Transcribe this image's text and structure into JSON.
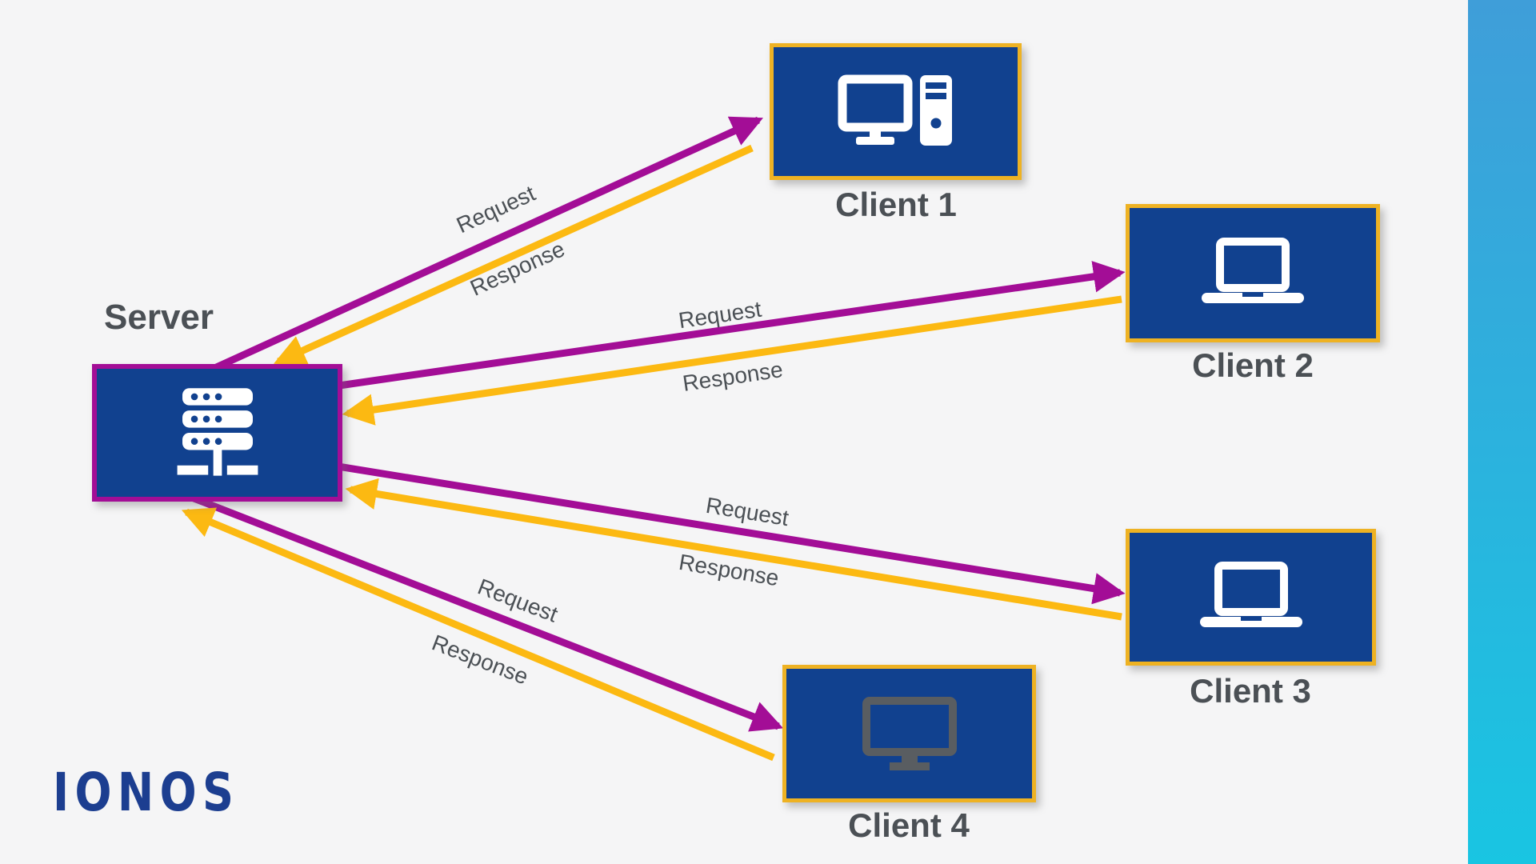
{
  "title": "Client-server model diagram",
  "colors": {
    "background": "#f5f5f6",
    "box_fill": "#11418f",
    "server_border": "#a30d96",
    "client_border": "#eeb223",
    "request_arrow": "#a30d96",
    "response_arrow": "#fcb912",
    "label_text": "#4b5055",
    "logo_blue": "#1c3e90",
    "client4_icon_gray": "#595d61",
    "accent_bar_top": "#3f9ed9",
    "accent_bar_bottom": "#19c5e2"
  },
  "logo": {
    "text": "IONOS"
  },
  "nodes": {
    "server": {
      "label": "Server",
      "icon": "server-rack-icon"
    },
    "clients": [
      {
        "label": "Client 1",
        "icon": "desktop-computer-icon"
      },
      {
        "label": "Client 2",
        "icon": "laptop-icon"
      },
      {
        "label": "Client 3",
        "icon": "laptop-icon"
      },
      {
        "label": "Client 4",
        "icon": "monitor-icon"
      }
    ]
  },
  "edges": [
    {
      "from": "Server",
      "to": "Client 1",
      "request_label": "Request",
      "response_label": "Response"
    },
    {
      "from": "Server",
      "to": "Client 2",
      "request_label": "Request",
      "response_label": "Response"
    },
    {
      "from": "Server",
      "to": "Client 3",
      "request_label": "Request",
      "response_label": "Response"
    },
    {
      "from": "Server",
      "to": "Client 4",
      "request_label": "Request",
      "response_label": "Response"
    }
  ]
}
